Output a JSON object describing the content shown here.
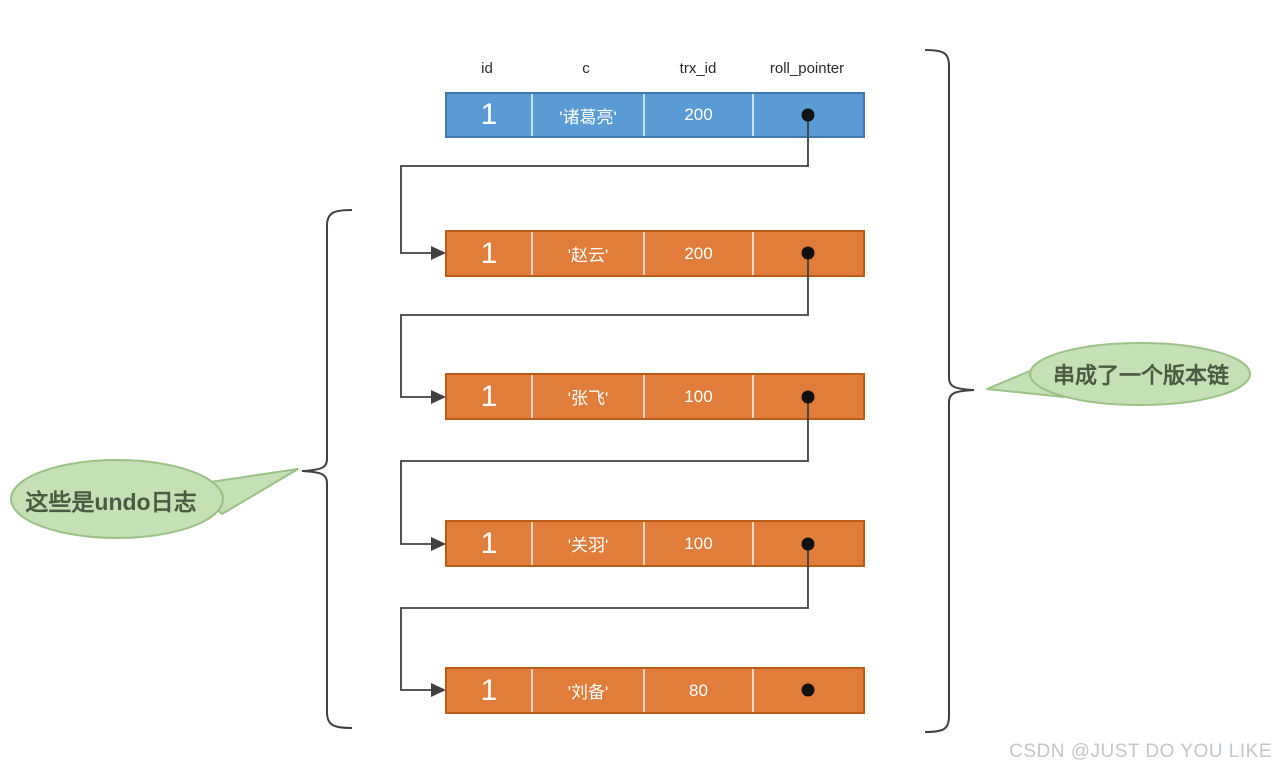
{
  "table": {
    "headers": [
      "id",
      "c",
      "trx_id",
      "roll_pointer"
    ],
    "rows": [
      {
        "id": "1",
        "c": "'诸葛亮'",
        "trx_id": "200",
        "type": "current-record"
      },
      {
        "id": "1",
        "c": "'赵云'",
        "trx_id": "200",
        "type": "undo-log"
      },
      {
        "id": "1",
        "c": "'张飞'",
        "trx_id": "100",
        "type": "undo-log"
      },
      {
        "id": "1",
        "c": "'关羽'",
        "trx_id": "100",
        "type": "undo-log"
      },
      {
        "id": "1",
        "c": "'刘备'",
        "trx_id": "80",
        "type": "undo-log"
      }
    ]
  },
  "annotations": {
    "left_bubble": "这些是undo日志",
    "right_bubble": "串成了一个版本链"
  },
  "watermark": "CSDN @JUST DO YOU LIKE",
  "colors": {
    "current_row_fill": "#5b9bd5",
    "current_row_border": "#4178ae",
    "undo_row_fill": "#e07d3a",
    "undo_row_border": "#bb5c17",
    "bubble_fill": "#c5e0b4",
    "bubble_border": "#9cc186",
    "bubble_text": "#4b5a43",
    "connector": "#404040",
    "dot": "#111111",
    "watermark": "#c3c7ca"
  }
}
